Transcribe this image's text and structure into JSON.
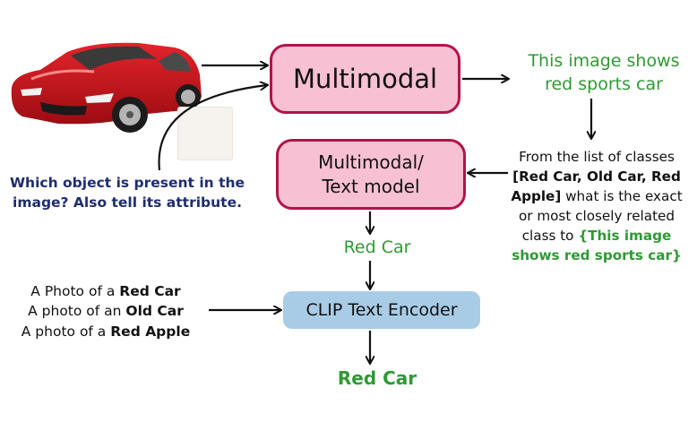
{
  "multimodal_box": {
    "label": "Multimodal"
  },
  "caption_output": {
    "line1": "This image shows",
    "line2": "red sports car"
  },
  "question": {
    "line1": "Which object is present in the",
    "line2": "image? Also tell its attribute."
  },
  "prompt_text": {
    "line1": "From the list of classes",
    "classes_bold": "[Red Car, Old Car, Red",
    "classes_bold2": "Apple]",
    "line3_rest": " what is the exact",
    "line4": "or most closely related",
    "line5_pre": "class to ",
    "caption_ref1": "{This image",
    "caption_ref2": "shows red sports car}"
  },
  "text_model_box": {
    "line1": "Multimodal/",
    "line2": "Text model"
  },
  "text_model_output": "Red Car",
  "clip_prompts": [
    {
      "prefix": "A Photo of a ",
      "cls": "Red Car"
    },
    {
      "prefix": "A photo of an ",
      "cls": "Old Car"
    },
    {
      "prefix": "A photo of a ",
      "cls": "Red Apple"
    }
  ],
  "clip_box": {
    "label": "CLIP Text Encoder"
  },
  "final_output": "Red Car",
  "colors": {
    "pink_fill": "#f7c0d3",
    "pink_border": "#b3134a",
    "clip_fill": "#a9cce6",
    "green_text": "#2e9a34",
    "navy_text": "#1f2d6e"
  }
}
